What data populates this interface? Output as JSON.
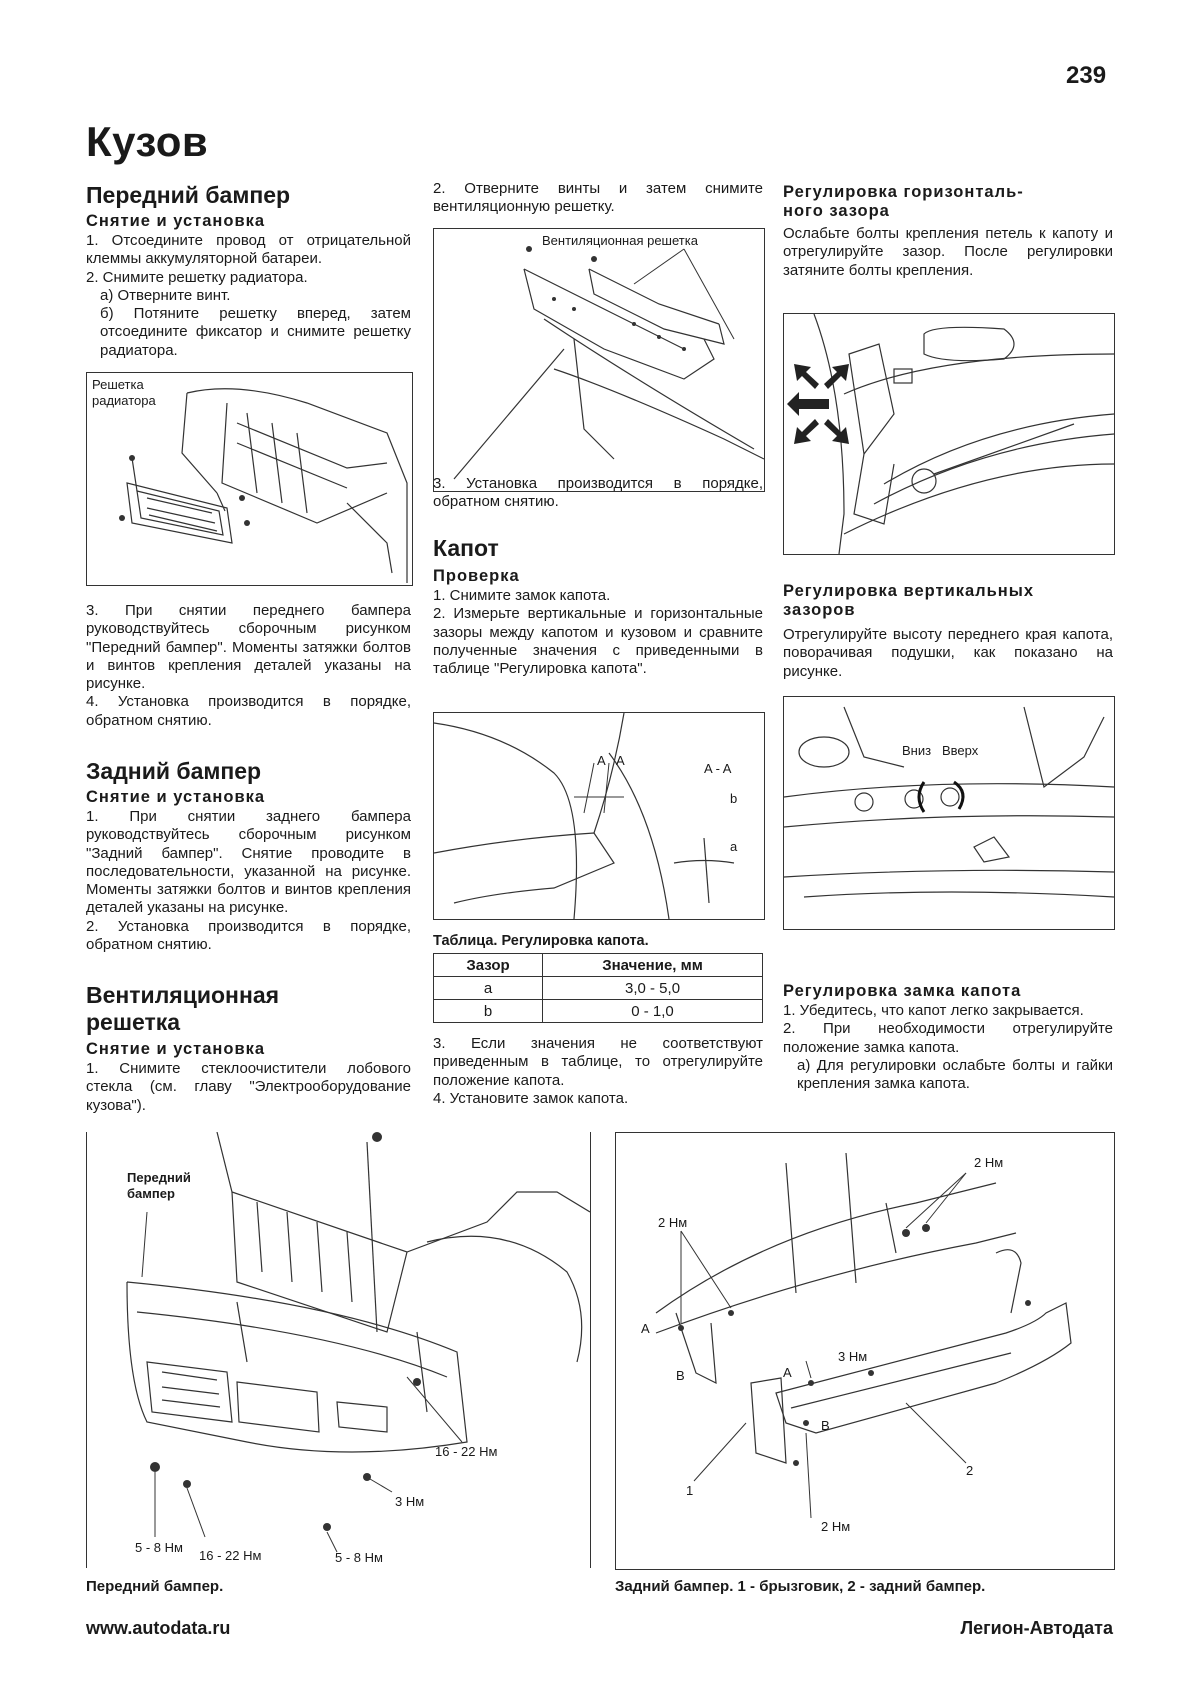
{
  "page_number": "239",
  "section_title": "Кузов",
  "front_bumper": {
    "heading": "Передний бампер",
    "subheading": "Снятие и установка",
    "steps": [
      "1. Отсоедините провод от отрицательной клеммы аккумуляторной батареи.",
      "2. Снимите решетку радиатора.",
      "а) Отверните винт.",
      "б) Потяните решетку вперед, затем отсоедините фиксатор и снимите решетку радиатора."
    ],
    "figure_label": [
      "Решетка",
      "радиатора"
    ],
    "steps_after": [
      "3. При снятии переднего бампера руководствуйтесь сборочным рисунком \"Передний бампер\". Моменты затяжки болтов и винтов крепления деталей указаны на рисунке.",
      "4. Установка производится в порядке, обратном снятию."
    ]
  },
  "rear_bumper": {
    "heading": "Задний бампер",
    "subheading": "Снятие и установка",
    "steps": [
      "1. При снятии заднего бампера руководствуйтесь сборочным рисунком \"Задний бампер\". Снятие проводите в последовательности, указанной на рисунке. Моменты затяжки болтов и винтов крепления деталей указаны на рисунке.",
      "2. Установка производится в порядке, обратном снятию."
    ]
  },
  "vent_grille": {
    "heading_line1": "Вентиляционная",
    "heading_line2": "решетка",
    "subheading": "Снятие и установка",
    "steps": [
      "1. Снимите стеклоочистители лобового стекла (см. главу \"Электрооборудование кузова\")."
    ]
  },
  "middle": {
    "step2": "2. Отверните винты и затем снимите вентиляционную решетку.",
    "figure_label": "Вентиляционная решетка",
    "step3": "3. Установка производится в порядке, обратном снятию."
  },
  "hood": {
    "heading": "Капот",
    "subheading": "Проверка",
    "steps": [
      "1. Снимите замок капота.",
      "2. Измерьте вертикальные и горизонтальные зазоры между капотом и кузовом и сравните полученные значения с приведенными в таблице \"Регулировка капота\"."
    ],
    "figure_labels": {
      "a1": "A",
      "a2": "A",
      "section": "A - A",
      "b": "b",
      "a": "a"
    },
    "table_title": "Таблица. Регулировка капота.",
    "table_headers": [
      "Зазор",
      "Значение, мм"
    ],
    "table_rows": [
      [
        "a",
        "3,0 - 5,0"
      ],
      [
        "b",
        "0 - 1,0"
      ]
    ],
    "steps_after": [
      "3. Если значения не соответствуют приведенным в таблице, то отрегулируйте положение капота.",
      "4. Установите замок капота."
    ]
  },
  "horizontal_gap": {
    "heading_line1": "Регулировка горизонталь-",
    "heading_line2": "ного зазора",
    "text": "Ослабьте болты крепления петель к капоту и отрегулируйте зазор. После регулировки затяните болты крепления."
  },
  "vertical_gap": {
    "heading_line1": "Регулировка вертикальных",
    "heading_line2": "зазоров",
    "text": "Отрегулируйте высоту переднего края капота, поворачивая подушки, как показано на рисунке.",
    "label_down": "Вниз",
    "label_up": "Вверх"
  },
  "hood_lock": {
    "heading": "Регулировка замка капота",
    "steps": [
      "1. Убедитесь, что капот легко закрывается.",
      "2. При необходимости отрегулируйте положение замка капота.",
      "а) Для регулировки ослабьте болты и гайки крепления замка капота."
    ]
  },
  "front_figure": {
    "label_bumper": [
      "Передний",
      "бампер"
    ],
    "t1": "16 - 22 Нм",
    "t2": "3 Нм",
    "t3": "5 - 8 Нм",
    "t4": "16 - 22 Нм",
    "t5": "5 - 8 Нм",
    "caption": "Передний бампер."
  },
  "rear_figure": {
    "t_top": "2 Нм",
    "t_left": "2 Нм",
    "t_mid": "3 Нм",
    "t_bottom": "2 Нм",
    "A1": "A",
    "B1": "B",
    "A2": "A",
    "B2": "B",
    "n1": "1",
    "n2": "2",
    "caption": "Задний бампер. 1 - брызговик, 2 - задний бампер."
  },
  "footer": {
    "left": "www.autodata.ru",
    "right": "Легион-Автодата"
  }
}
